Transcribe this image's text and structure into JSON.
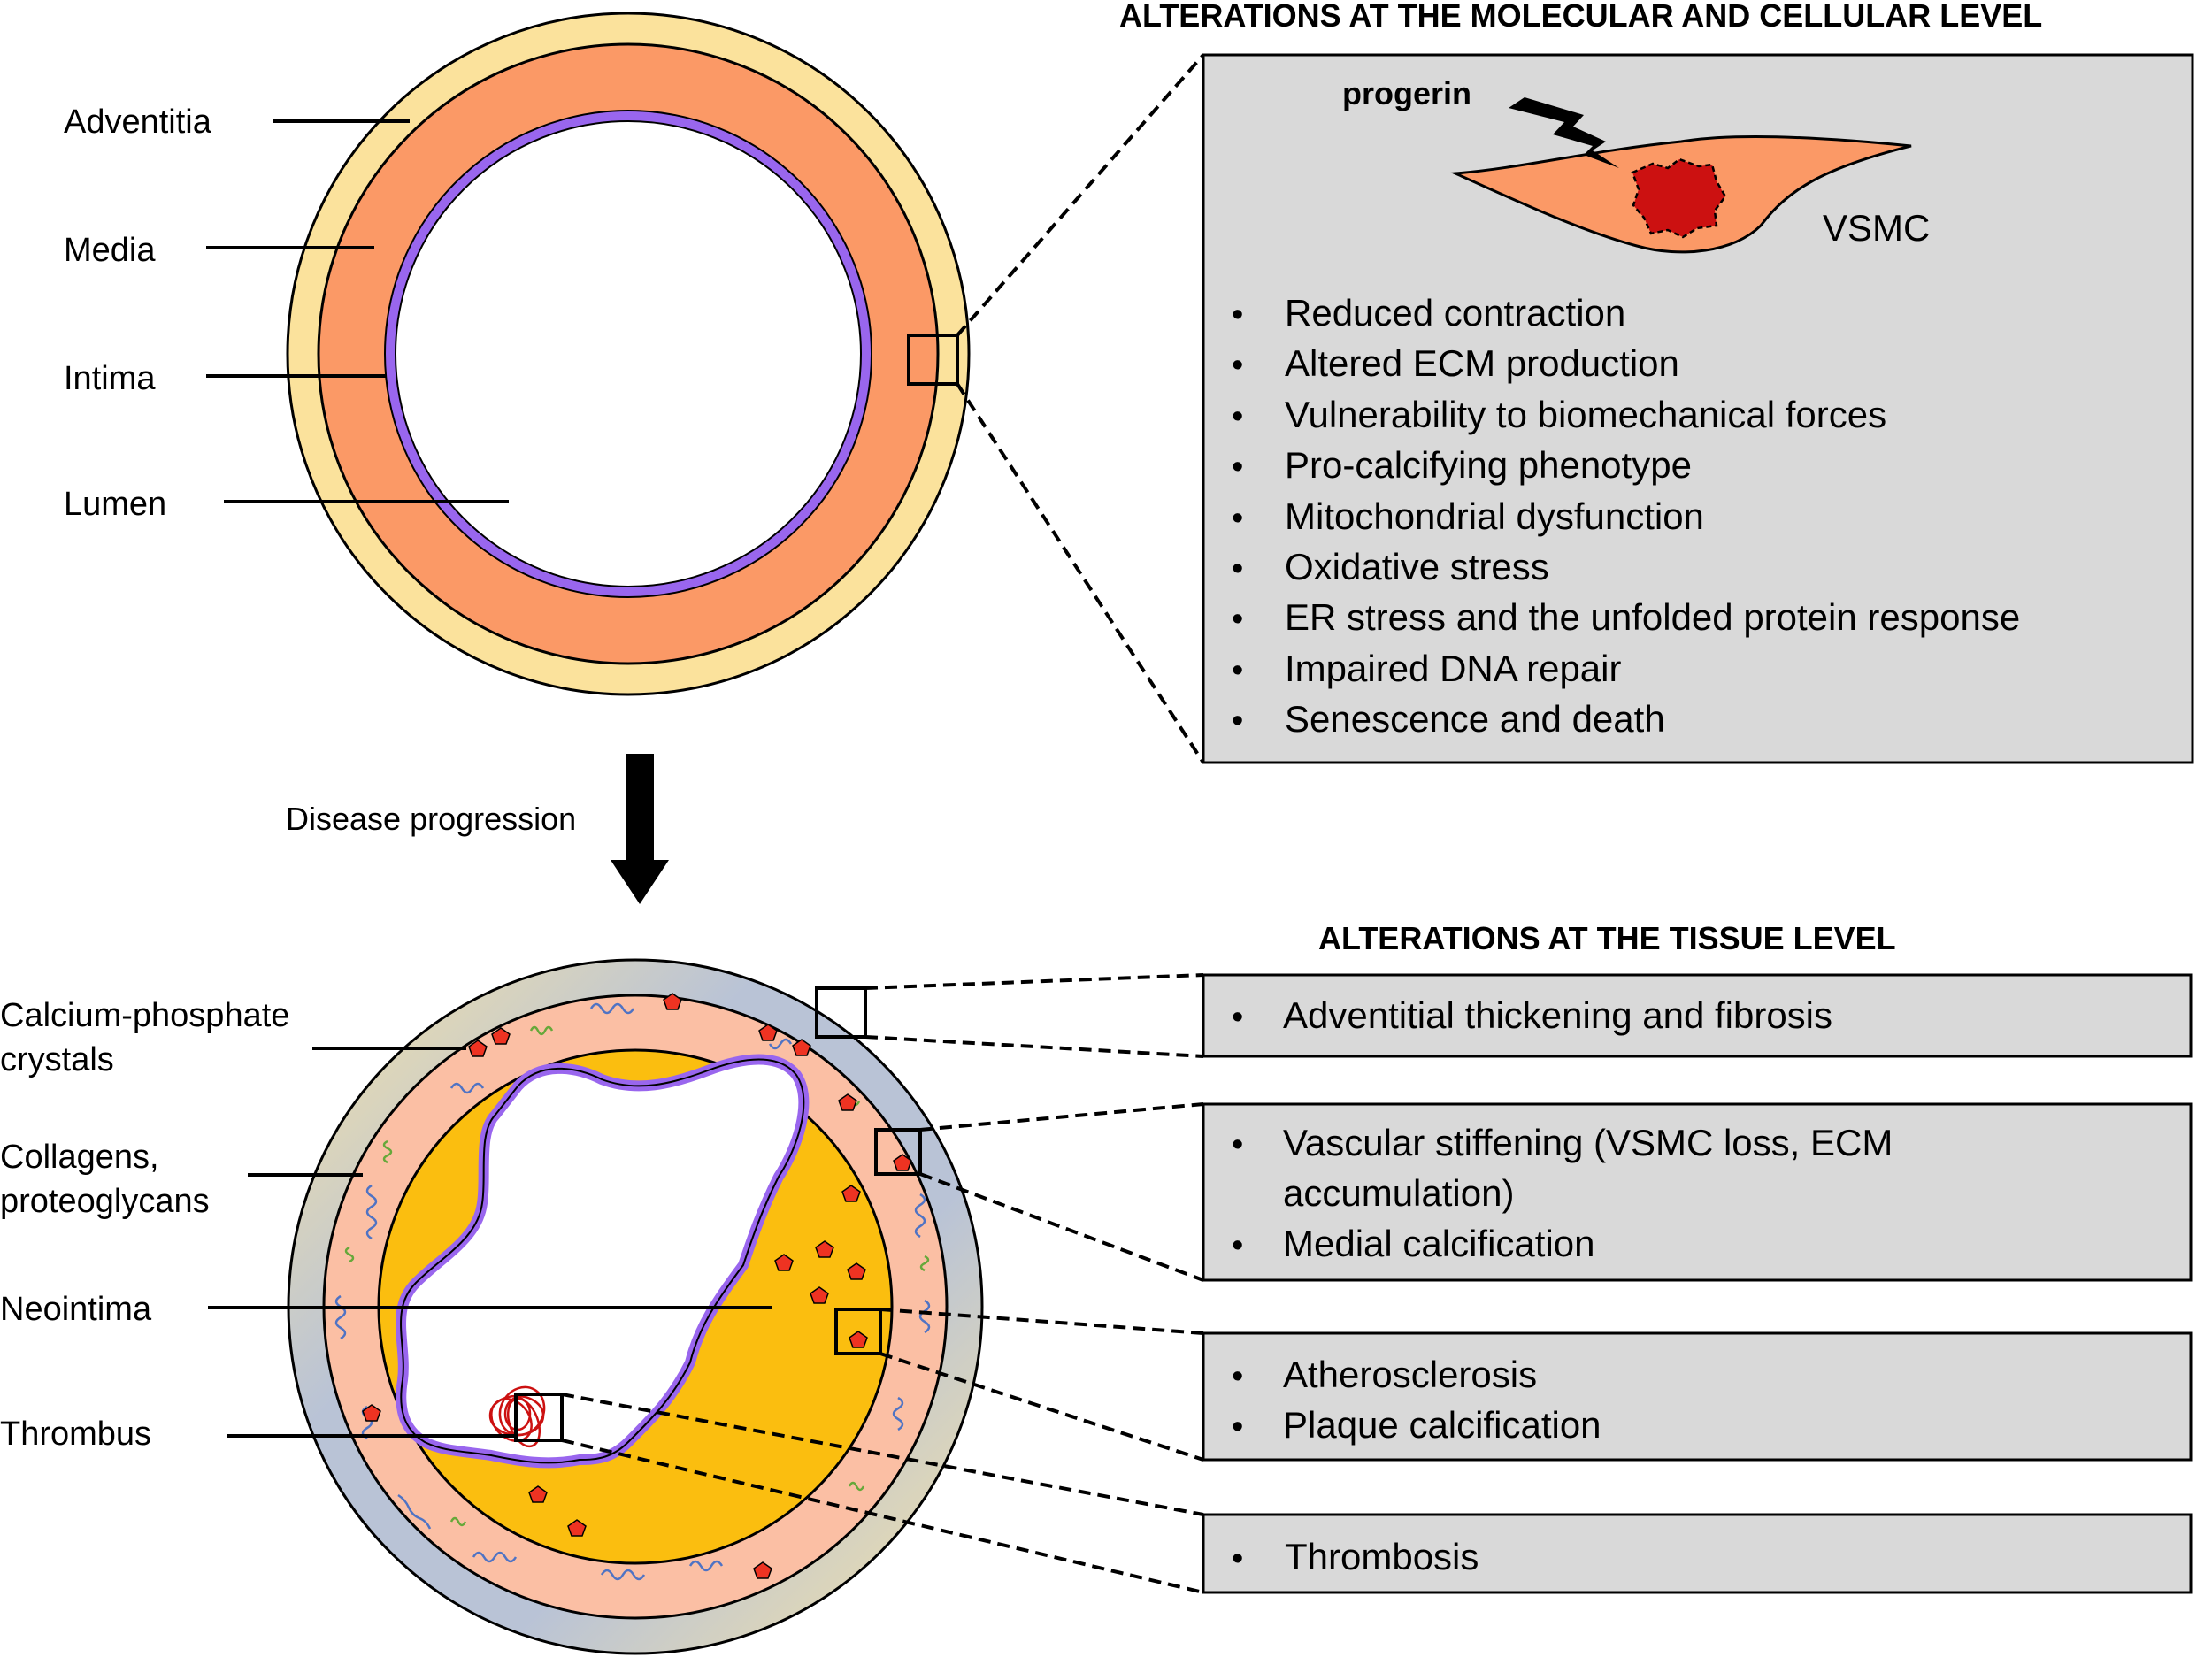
{
  "healthy_vessel": {
    "labels": {
      "adventitia": "Adventitia",
      "media": "Media",
      "intima": "Intima",
      "lumen": "Lumen"
    }
  },
  "progression": {
    "label": "Disease progression"
  },
  "molecular_panel": {
    "heading": "ALTERATIONS AT THE MOLECULAR AND CELLULAR LEVEL",
    "progerin_label": "progerin",
    "cell_label": "VSMC",
    "bullet": "•",
    "items": [
      "Reduced contraction",
      "Altered ECM production",
      "Vulnerability to biomechanical forces",
      "Pro-calcifying phenotype",
      "Mitochondrial dysfunction",
      "Oxidative stress",
      "ER stress and the unfolded protein response",
      "Impaired DNA repair",
      "Senescence and death"
    ]
  },
  "diseased_vessel": {
    "labels": {
      "calcium_line1": "Calcium-phosphate",
      "calcium_line2": "crystals",
      "collagen_line1": "Collagens,",
      "collagen_line2": "proteoglycans",
      "neointima": "Neointima",
      "thrombus": "Thrombus"
    }
  },
  "tissue_panel": {
    "heading": "ALTERATIONS AT THE TISSUE LEVEL",
    "boxes": [
      {
        "items": [
          "Adventitial thickening and fibrosis"
        ]
      },
      {
        "items": [
          "Vascular stiffening (VSMC loss, ECM",
          "accumulation)",
          "Medial calcification"
        ]
      },
      {
        "items": [
          "Atherosclerosis",
          "Plaque calcification"
        ]
      },
      {
        "items": [
          "Thrombosis"
        ]
      }
    ]
  },
  "colors": {
    "adventitia": "#fbe29c",
    "media": "#fb9966",
    "intima": "#9966ee",
    "diseased_adventitia_blue": "#9fb3dc",
    "diseased_media": "#fbbfa4",
    "neointima": "#fbbe0f",
    "crystal": "#ee3322",
    "collagen": "#4f73c4",
    "proteoglycan": "#66a83a",
    "nucleus": "#cc1111",
    "thrombus": "#cc1111",
    "panel_fill": "#d9d9d9"
  }
}
